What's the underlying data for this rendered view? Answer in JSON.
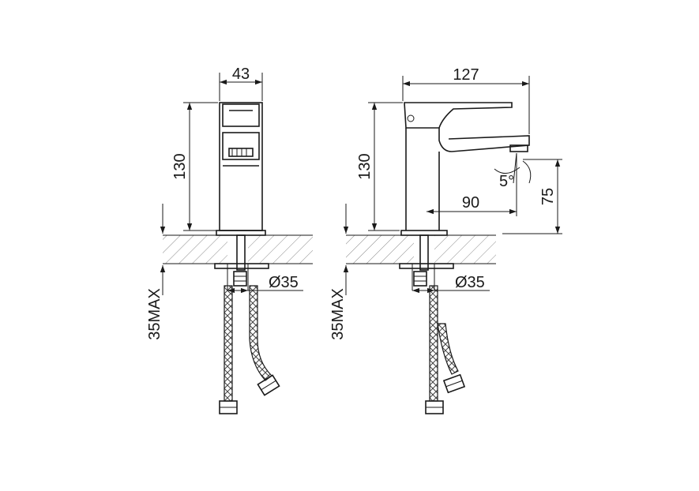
{
  "front_view": {
    "width": "43",
    "height": "130",
    "hole_diameter": "Ø35",
    "max_thickness": "35MAX"
  },
  "side_view": {
    "length": "127",
    "height": "130",
    "reach": "90",
    "spout_height": "75",
    "angle": "5°",
    "hole_diameter": "Ø35",
    "max_thickness": "35MAX"
  }
}
